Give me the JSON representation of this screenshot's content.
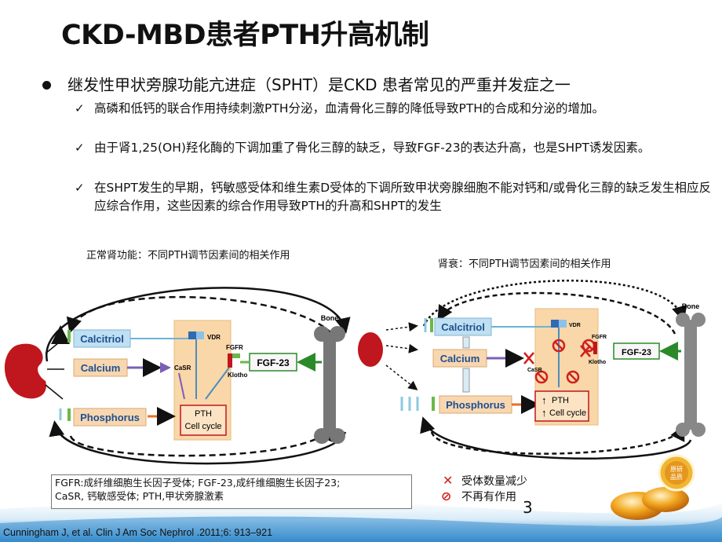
{
  "title": "CKD-MBD患者PTH升高机制",
  "bullet": "继发性甲状旁腺功能亢进症（SPHT）是CKD 患者常见的严重并发症之一",
  "points": [
    "高磷和低钙的联合作用持续刺激PTH分泌，血清骨化三醇的降低导致PTH的合成和分泌的增加。",
    "由于肾1,25(OH)羟化酶的下调加重了骨化三醇的缺乏，导致FGF-23的表达升高，也是SHPT诱发因素。",
    "在SHPT发生的早期，钙敏感受体和维生素D受体的下调所致甲状旁腺细胞不能对钙和/或骨化三醇的缺乏发生相应反应综合作用，这些因素的综合作用导致PTH的升高和SHPT的发生"
  ],
  "left_caption": "正常肾功能：不同PTH调节因素间的相关作用",
  "right_caption": "肾衰：不同PTH调节因素间的相关作用",
  "diagram_labels": {
    "calcitriol": "Calcitriol",
    "calcium": "Calcium",
    "phosphorus": "Phosphorus",
    "vdr": "VDR",
    "casr": "CaSR",
    "fgfr": "FGFR",
    "klotho": "Klotho",
    "fgf23": "FGF-23",
    "pth": "PTH",
    "cell_cycle": "Cell cycle",
    "bone": "Bone"
  },
  "legend_lines": [
    "FGFR:成纤维细胞生长因子受体; FGF-23,成纤维细胞生长因子23;",
    "CaSR, 钙敏感受体; PTH,甲状旁腺激素"
  ],
  "symbol_legend": {
    "decrease": "受体数量减少",
    "inactive": "不再有作用"
  },
  "badge": "原研品质",
  "page_number": "3",
  "citation": "Cunningham  J, et al. Clin J Am Soc Nephrol .2011;6: 913–921"
}
